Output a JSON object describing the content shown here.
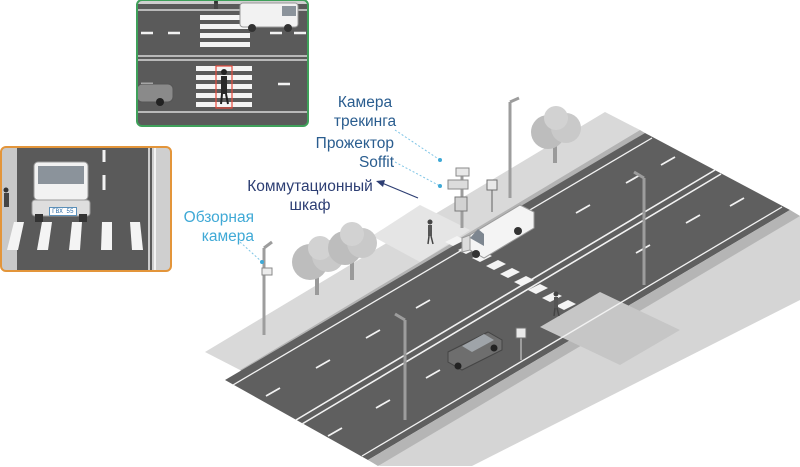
{
  "labels": {
    "tracking_camera": [
      "Камера",
      "трекинга"
    ],
    "soffit_light": [
      "Прожектор",
      "Soffit"
    ],
    "switch_cabinet": [
      "Коммутационный",
      "шкаф"
    ],
    "overview_camera": [
      "Обзорная",
      "камера"
    ]
  },
  "colors": {
    "label_blue": "#2a5d8f",
    "label_cyan": "#3fa9d6",
    "label_navy": "#2d3e73",
    "overview_frame": "#e3953a",
    "tracking_frame": "#3fa05a",
    "asphalt": "#5d5d5d",
    "sidewalk": "#d7d7d7",
    "leader_line": "#7fc5e6"
  },
  "insets": {
    "overview_camera_view": {
      "plate_text": "ГВХ 55"
    },
    "tracking_camera_view": {}
  },
  "icons": [
    "pedestrian-crossing-sign-icon",
    "person-icon",
    "car-icon",
    "van-icon",
    "tree-icon",
    "street-light-icon",
    "camera-icon"
  ]
}
